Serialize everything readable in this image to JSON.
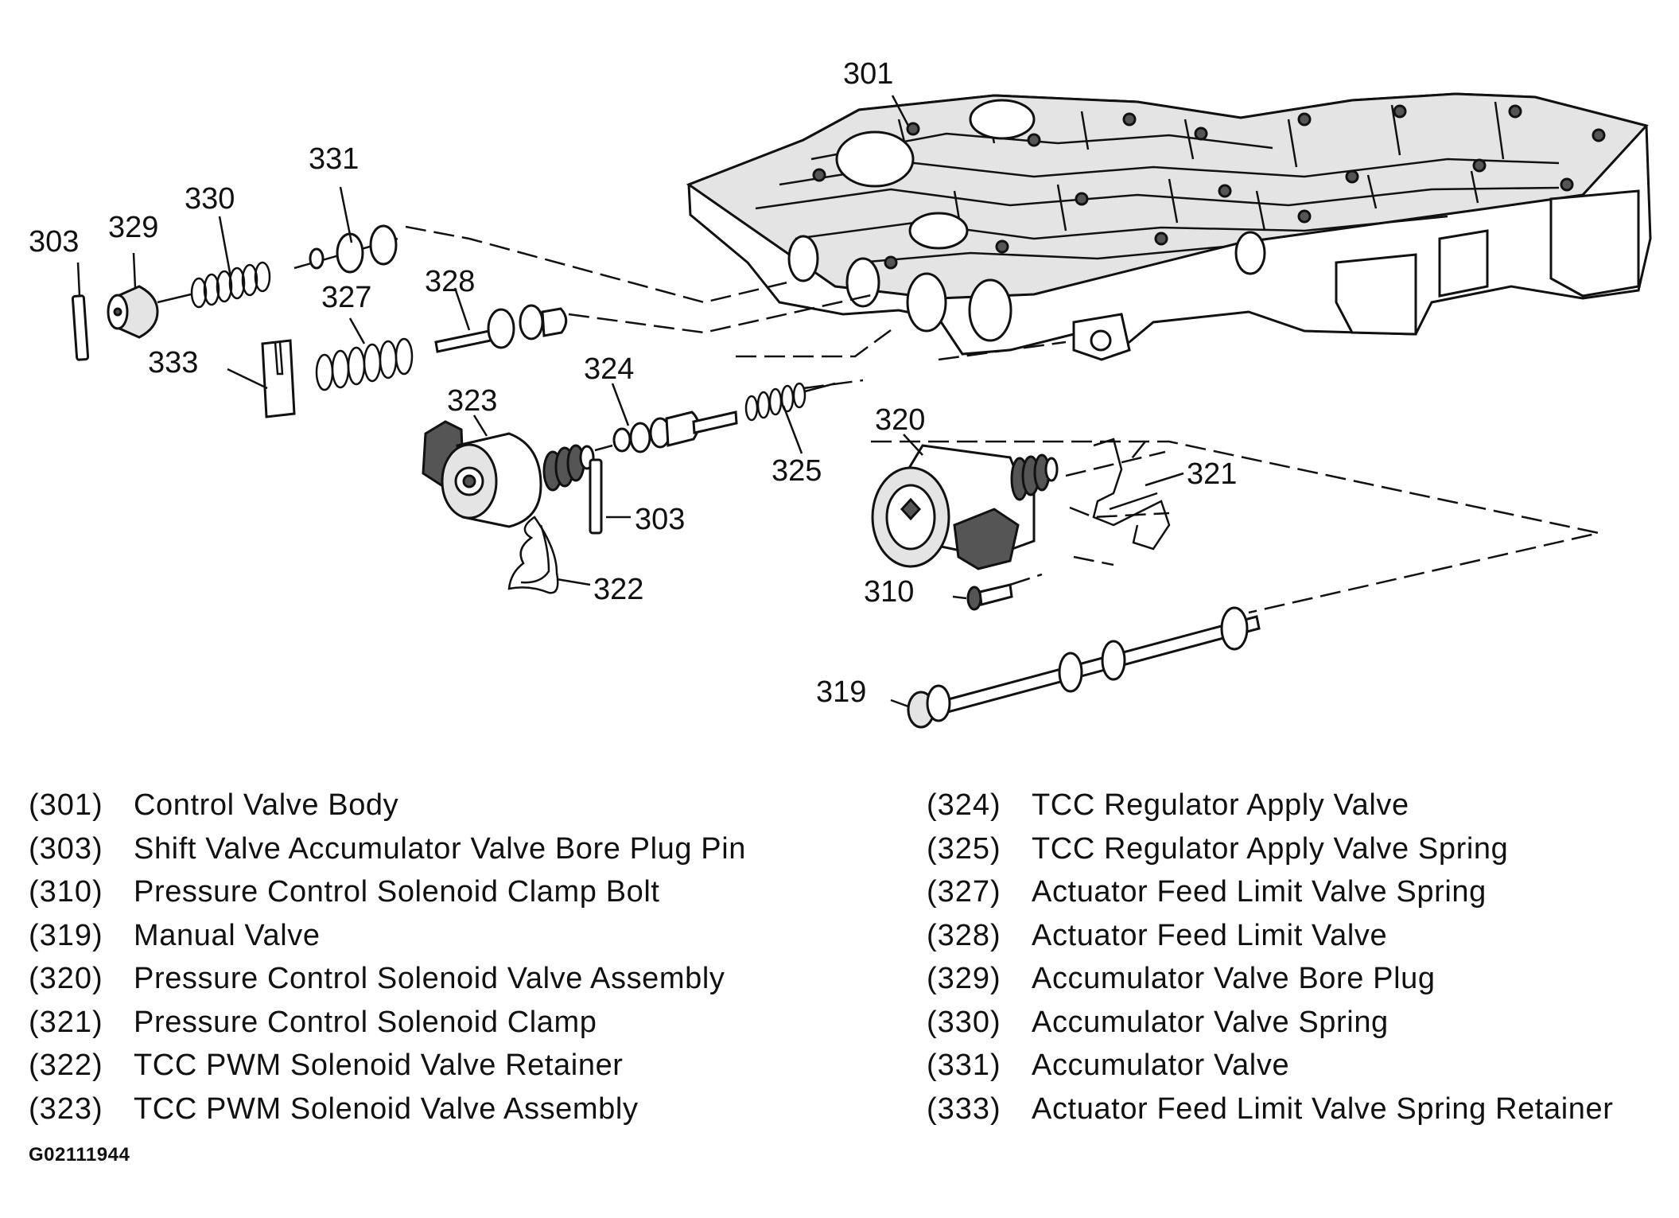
{
  "callouts": {
    "c301": "301",
    "c331": "331",
    "c330": "330",
    "c303a": "303",
    "c329": "329",
    "c328": "328",
    "c327": "327",
    "c333": "333",
    "c324": "324",
    "c323": "323",
    "c320": "320",
    "c321": "321",
    "c325": "325",
    "c303b": "303",
    "c322": "322",
    "c310": "310",
    "c319": "319"
  },
  "legend": {
    "left": [
      {
        "num": "(301)",
        "desc": "Control Valve Body"
      },
      {
        "num": "(303)",
        "desc": "Shift Valve Accumulator Valve Bore Plug Pin"
      },
      {
        "num": "(310)",
        "desc": "Pressure Control Solenoid Clamp Bolt"
      },
      {
        "num": "(319)",
        "desc": "Manual Valve"
      },
      {
        "num": "(320)",
        "desc": "Pressure Control Solenoid Valve Assembly"
      },
      {
        "num": "(321)",
        "desc": "Pressure Control Solenoid Clamp"
      },
      {
        "num": "(322)",
        "desc": "TCC PWM Solenoid Valve Retainer"
      },
      {
        "num": "(323)",
        "desc": "TCC PWM Solenoid Valve Assembly"
      }
    ],
    "right": [
      {
        "num": "(324)",
        "desc": "TCC Regulator Apply Valve"
      },
      {
        "num": "(325)",
        "desc": "TCC Regulator Apply Valve Spring"
      },
      {
        "num": "(327)",
        "desc": "Actuator Feed Limit Valve Spring"
      },
      {
        "num": "(328)",
        "desc": "Actuator Feed Limit Valve"
      },
      {
        "num": "(329)",
        "desc": "Accumulator Valve Bore Plug"
      },
      {
        "num": "(330)",
        "desc": "Accumulator Valve Spring"
      },
      {
        "num": "(331)",
        "desc": "Accumulator Valve"
      },
      {
        "num": "(333)",
        "desc": "Actuator Feed Limit Valve Spring Retainer"
      }
    ]
  },
  "figure_code": "G02111944"
}
